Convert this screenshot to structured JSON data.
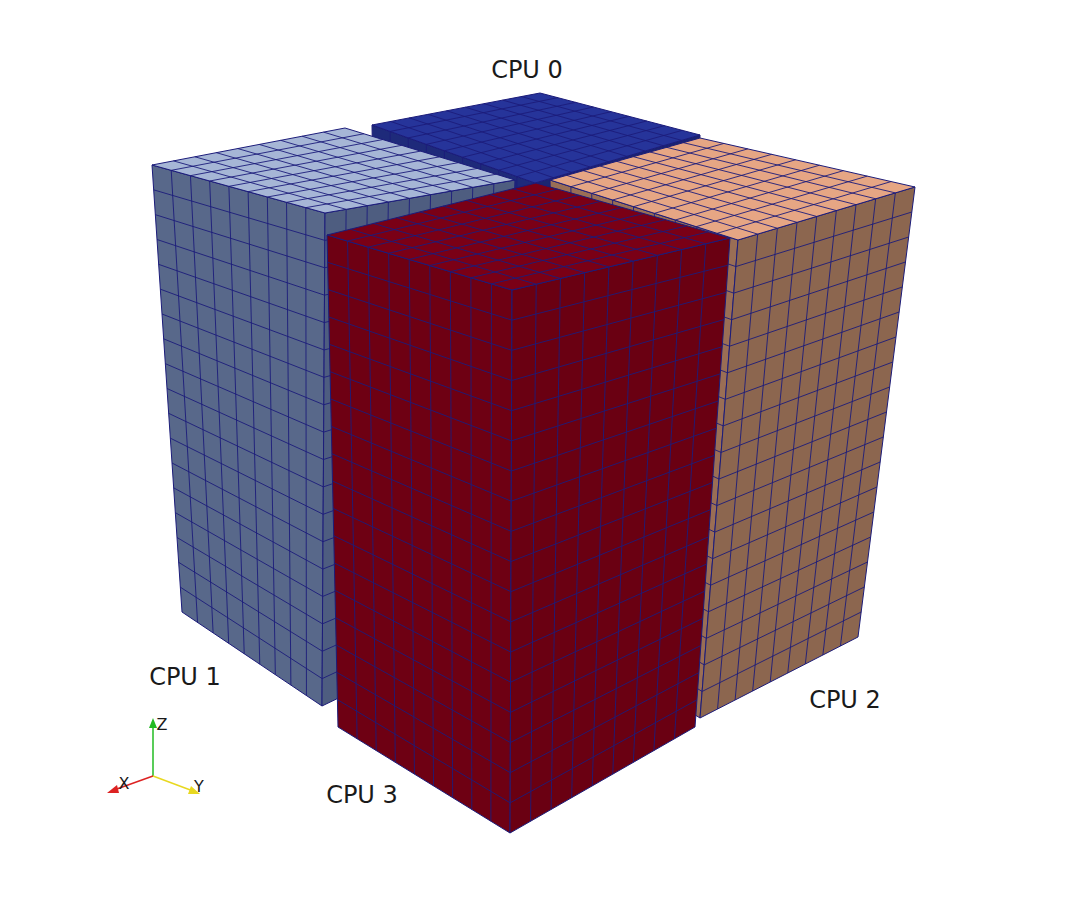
{
  "diagram": {
    "labels": [
      "CPU 0",
      "CPU 1",
      "CPU 2",
      "CPU 3",
      "Z",
      "X",
      "Y"
    ]
  }
}
